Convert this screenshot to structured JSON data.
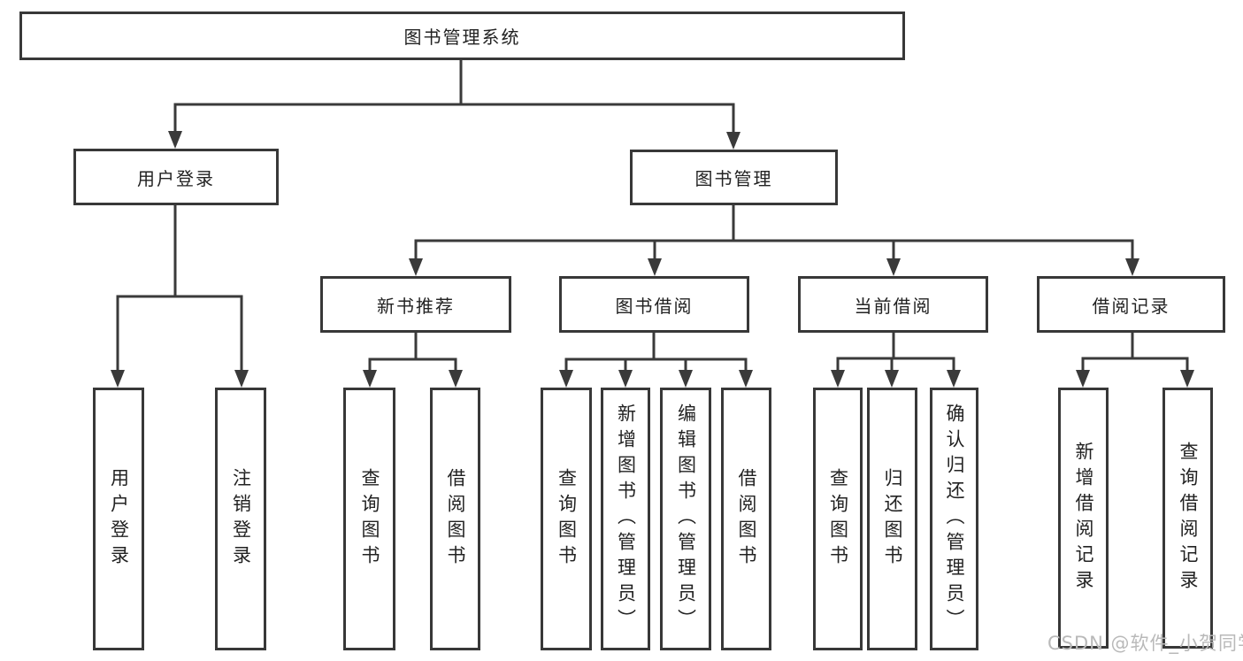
{
  "diagram": {
    "root": {
      "label": "图书管理系统"
    },
    "branches": [
      {
        "label": "用户登录",
        "children": [
          {
            "label": "用户登录"
          },
          {
            "label": "注销登录"
          }
        ]
      },
      {
        "label": "图书管理",
        "children": [
          {
            "label": "新书推荐",
            "children": [
              {
                "label": "查询图书"
              },
              {
                "label": "借阅图书"
              }
            ]
          },
          {
            "label": "图书借阅",
            "children": [
              {
                "label": "查询图书"
              },
              {
                "label": "新增图书（管理员）"
              },
              {
                "label": "编辑图书（管理员）"
              },
              {
                "label": "借阅图书"
              }
            ]
          },
          {
            "label": "当前借阅",
            "children": [
              {
                "label": "查询图书"
              },
              {
                "label": "归还图书"
              },
              {
                "label": "确认归还（管理员）"
              }
            ]
          },
          {
            "label": "借阅记录",
            "children": [
              {
                "label": "新增借阅记录"
              },
              {
                "label": "查询借阅记录"
              }
            ]
          }
        ]
      }
    ],
    "watermark": "CSDN @软件_小贺同学",
    "colors": {
      "line": "#3a3a3a",
      "border": "#383838",
      "text": "#222222",
      "watermark": "#b9b9b9",
      "background": "#ffffff"
    }
  }
}
